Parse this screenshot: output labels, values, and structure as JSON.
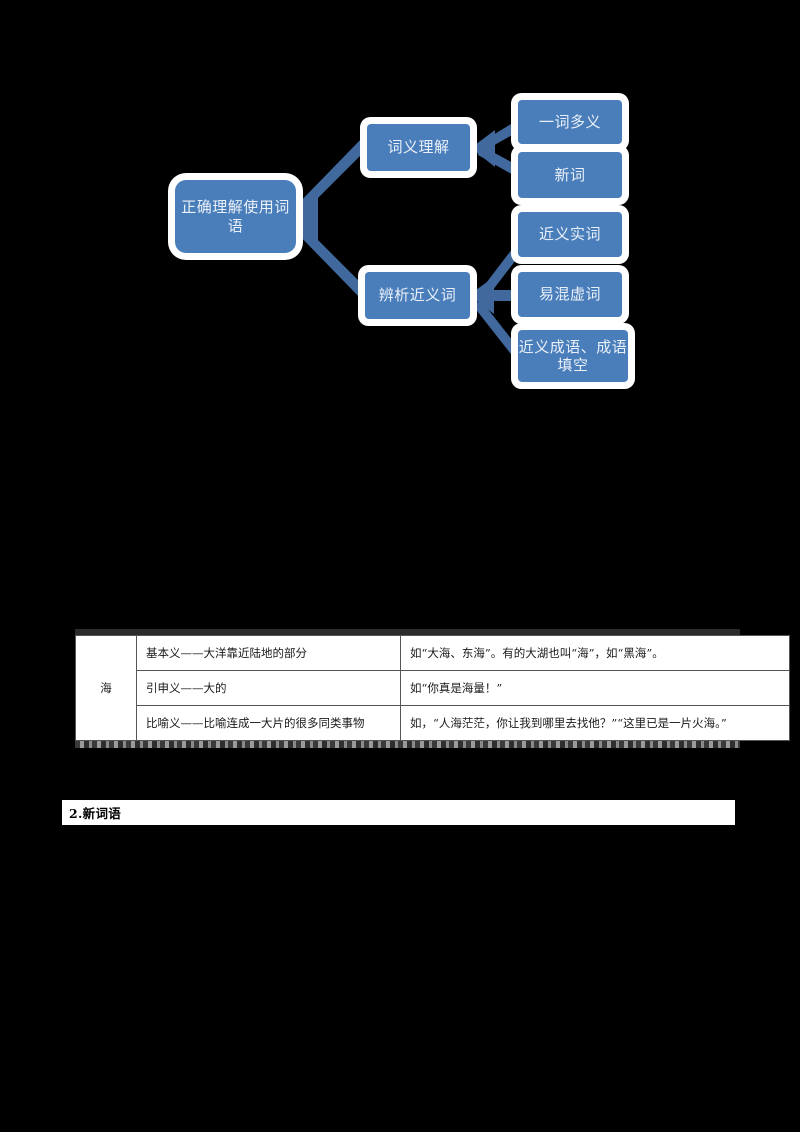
{
  "page": {
    "background_color": "#000000",
    "sheet_color": "#ffffff"
  },
  "diagram": {
    "type": "tree-flowchart",
    "node_fill": "#4a7ebb",
    "node_text_color": "#eaf0f8",
    "connector_color": "#41699e",
    "root": {
      "label": "正确理解使用词语"
    },
    "level2": [
      {
        "label": "词义理解"
      },
      {
        "label": "辨析近义词"
      }
    ],
    "level3": [
      {
        "label": "一词多义",
        "parent": "词义理解"
      },
      {
        "label": "新词",
        "parent": "词义理解"
      },
      {
        "label": "近义实词",
        "parent": "辨析近义词"
      },
      {
        "label": "易混虚词",
        "parent": "辨析近义词"
      },
      {
        "label": "近义成语、成语填空",
        "parent": "辨析近义词"
      }
    ]
  },
  "table": {
    "character": "海",
    "rows": [
      {
        "meaning": "基本义——大洋靠近陆地的部分",
        "example": "如“大海、东海”。有的大湖也叫“海”，如“黑海”。"
      },
      {
        "meaning": "引申义——大的",
        "example": "如“你真是海量！”"
      },
      {
        "meaning": "比喻义——比喻连成一大片的很多同类事物",
        "example": "如，“人海茫茫，你让我到哪里去找他？”“这里已是一片火海。”"
      }
    ]
  },
  "heading": {
    "text": "2.新词语"
  }
}
